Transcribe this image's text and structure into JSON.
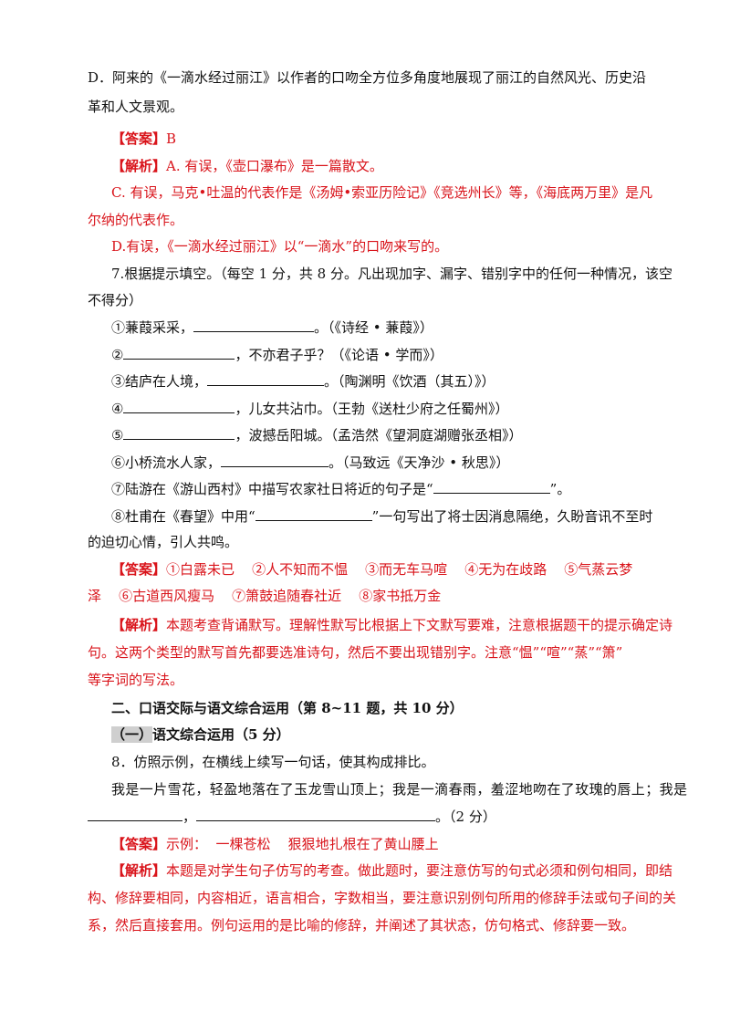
{
  "optD": {
    "l1": "D．阿来的《一滴水经过丽江》以作者的口吻全方位多角度地展现了丽江的自然风光、历史沿",
    "l2": "革和人文景观。"
  },
  "q6": {
    "answer_tag": "【答案】",
    "answer": "B",
    "analysis_tag": "【解析】",
    "a": "A. 有误，《壶口瀑布》是一篇散文。",
    "c1": "C. 有误，马克•吐温的代表作是《汤姆•索亚历险记》《竞选州长》等，《海底两万里》是凡",
    "c2": "尔纳的代表作。",
    "d": "D.有误，《一滴水经过丽江》以“一滴水”的口吻来写的。"
  },
  "q7": {
    "stem1": "7.根据提示填空。（每空 1 分，共 8 分。凡出现加字、漏字、错别字中的任何一种情况，该空",
    "stem2": "不得分）",
    "i1a": "①蒹葭采采，",
    "i1b": "。（《诗经 • 蒹葭》）",
    "i2a": "②",
    "i2b": "，不亦君子乎？（《论语 • 学而》）",
    "i3a": "③结庐在人境，",
    "i3b": "。（陶渊明《饮酒（其五）》）",
    "i4a": "④",
    "i4b": "，儿女共沾巾。（王勃《送杜少府之任蜀州》）",
    "i5a": "⑤",
    "i5b": "，波撼岳阳城。（孟浩然《望洞庭湖赠张丞相》）",
    "i6a": "⑥小桥流水人家，",
    "i6b": "。（马致远《天净沙 • 秋思》）",
    "i7a": "⑦陆游在《游山西村》中描写农家社日将近的句子是“",
    "i7b": "”。",
    "i8a": "⑧杜甫在《春望》中用“",
    "i8b": "”一句写出了将士因消息隔绝，久盼音讯不至时",
    "i8c": "的迫切心情，引人共鸣。",
    "answer_tag": "【答案】",
    "ans1": "①白露未已    ②人不知而不愠    ③而无车马喧    ④无为在歧路    ⑤气蒸云梦",
    "ans2": "泽    ⑥古道西风瘦马    ⑦箫鼓追随春社近    ⑧家书抵万金",
    "analysis_tag": "【解析】",
    "an1": "本题考查背诵默写。理解性默写比根据上下文默写要难，注意根据题干的提示确定诗",
    "an2": "句。这两个类型的默写首先都要选准诗句，然后不要出现错别字。注意“愠”“喧”“蒸”“箫”",
    "an3": "等字词的写法。"
  },
  "section2": {
    "title": "二、口语交际与语文综合运用（第 8~11 题，共 10 分）",
    "sub_label": "（一）",
    "sub_title": "语文综合运用（5 分）"
  },
  "q8": {
    "stem": "8．仿照示例，在横线上续写一句话，使其构成排比。",
    "example": "我是一片雪花，轻盈地落在了玉龙雪山顶上；我是一滴春雨，羞涩地吻在了玫瑰的唇上；我是",
    "comma": "，",
    "end": "。（2 分）",
    "answer_tag": "【答案】",
    "answer": "示例：  一棵苍松    狠狠地扎根在了黄山腰上",
    "analysis_tag": "【解析】",
    "an1": "本题是对学生句子仿写的考查。做此题时，要注意仿写的句式必须和例句相同，即结",
    "an2": "构、修辞要相同，内容相近，语言相合，字数相当，要注意识别例句所用的修辞手法或句子间的关",
    "an3": "系，然后直接套用。例句运用的是比喻的修辞，并阐述了其状态，仿句格式、修辞要一致。"
  }
}
